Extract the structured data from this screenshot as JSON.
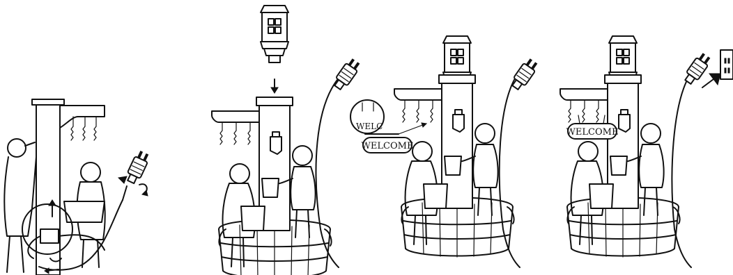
{
  "steps": [
    {
      "id": "step-1",
      "content": "Connect pump cable to power adapter plug (turn to lock)"
    },
    {
      "id": "step-2",
      "content": "Place lantern on top of post"
    },
    {
      "id": "step-3",
      "content": "Hang sign on hooks"
    },
    {
      "id": "step-4",
      "content": "Plug adapter into wall outlet"
    }
  ],
  "sign_text": "WELCOME",
  "sign_detail_text": "WELC",
  "colors": {
    "ink": "#111111",
    "paper": "#ffffff"
  }
}
